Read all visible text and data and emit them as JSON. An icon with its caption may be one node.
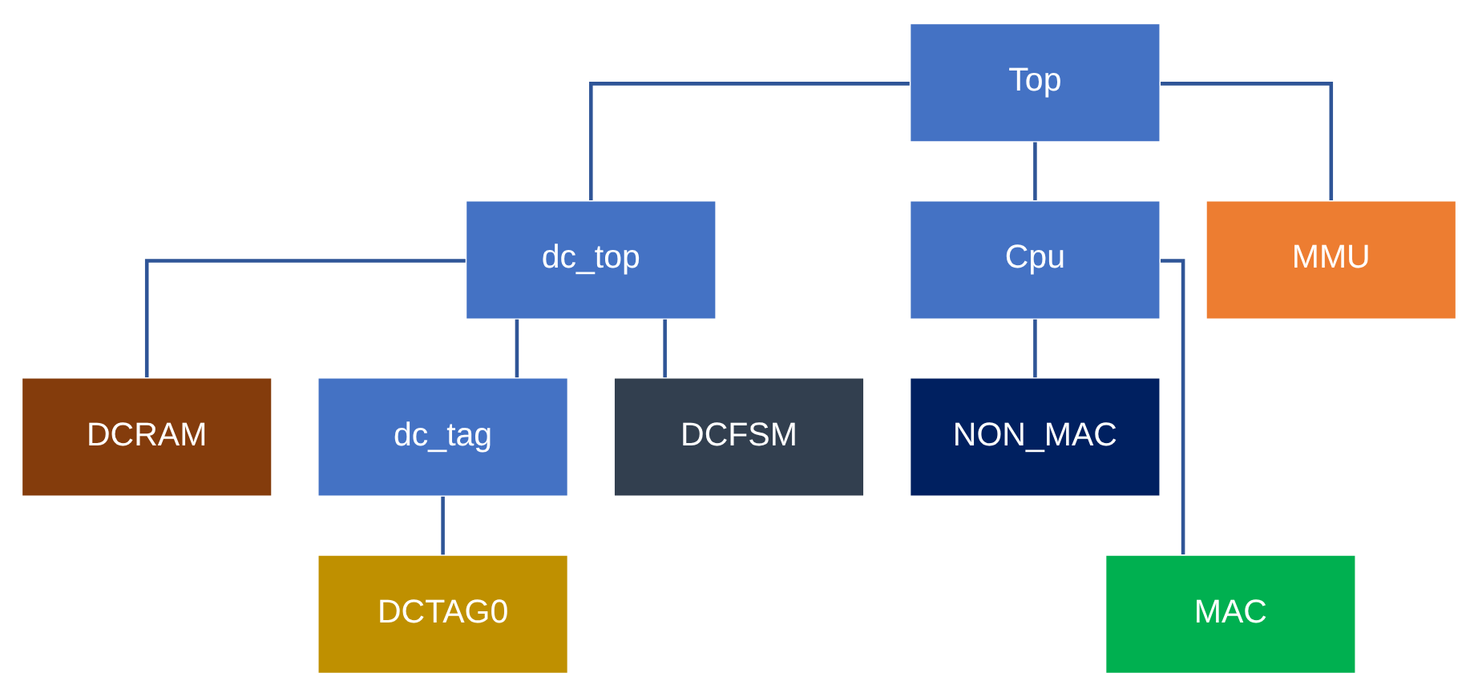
{
  "diagram": {
    "nodes": [
      {
        "text": [
          "Top"
        ]
      },
      {
        "text": [
          "dc_top"
        ]
      },
      {
        "text": [
          "Cpu"
        ]
      },
      {
        "text": [
          "MMU"
        ]
      },
      {
        "text": [
          "DCRAM"
        ]
      },
      {
        "text": [
          "dc_tag"
        ]
      },
      {
        "text": [
          "DCFSM"
        ]
      },
      {
        "text": [
          "NON_MAC"
        ]
      },
      {
        "text": [
          "MAC"
        ]
      },
      {
        "text": [
          "DCTAG0"
        ]
      }
    ],
    "edges": [
      {
        "from": 0,
        "to": 1,
        "arrow": "none"
      },
      {
        "from": 0,
        "to": 2,
        "arrow": "none"
      },
      {
        "from": 0,
        "to": 3,
        "arrow": "none"
      },
      {
        "from": 1,
        "to": 4,
        "arrow": "none"
      },
      {
        "from": 1,
        "to": 5,
        "arrow": "none"
      },
      {
        "from": 1,
        "to": 6,
        "arrow": "none"
      },
      {
        "from": 2,
        "to": 7,
        "arrow": "none"
      },
      {
        "from": 2,
        "to": 8,
        "arrow": "none"
      },
      {
        "from": 5,
        "to": 9,
        "arrow": "none"
      }
    ]
  }
}
